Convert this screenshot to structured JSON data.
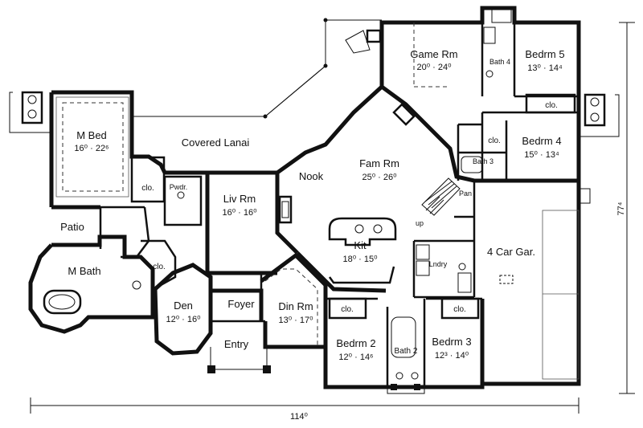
{
  "rooms": {
    "master_bed": {
      "name": "M Bed",
      "dims": "16⁰ · 22⁶"
    },
    "covered_lanai": {
      "name": "Covered Lanai"
    },
    "game_room": {
      "name": "Game Rm",
      "dims": "20⁰ · 24⁰"
    },
    "bedroom5": {
      "name": "Bedrm 5",
      "dims": "13⁰ · 14⁴"
    },
    "bath4": {
      "name": "Bath 4"
    },
    "bedroom4": {
      "name": "Bedrm 4",
      "dims": "15⁰ · 13⁴"
    },
    "bath3": {
      "name": "Bath 3"
    },
    "family_room": {
      "name": "Fam Rm",
      "dims": "25⁰ · 26⁰"
    },
    "nook": {
      "name": "Nook"
    },
    "living_room": {
      "name": "Liv Rm",
      "dims": "16⁰ · 16⁰"
    },
    "powder": {
      "name": "Pwdr."
    },
    "patio": {
      "name": "Patio"
    },
    "master_bath": {
      "name": "M Bath"
    },
    "kitchen": {
      "name": "Kit",
      "dims": "18⁰ · 15⁰"
    },
    "pantry": {
      "name": "Pan"
    },
    "laundry": {
      "name": "Lndry"
    },
    "garage": {
      "name": "4 Car Gar."
    },
    "den": {
      "name": "Den",
      "dims": "12⁰ · 16⁰"
    },
    "foyer": {
      "name": "Foyer"
    },
    "entry": {
      "name": "Entry"
    },
    "dining_room": {
      "name": "Din Rm",
      "dims": "13⁰ · 17⁰"
    },
    "bedroom2": {
      "name": "Bedrm 2",
      "dims": "12⁰ · 14⁶"
    },
    "bath2": {
      "name": "Bath 2"
    },
    "bedroom3": {
      "name": "Bedrm 3",
      "dims": "12³ · 14⁰"
    }
  },
  "closet_label": "clo.",
  "stair_label": "up",
  "overall": {
    "width": "114⁰",
    "depth": "77⁴"
  }
}
